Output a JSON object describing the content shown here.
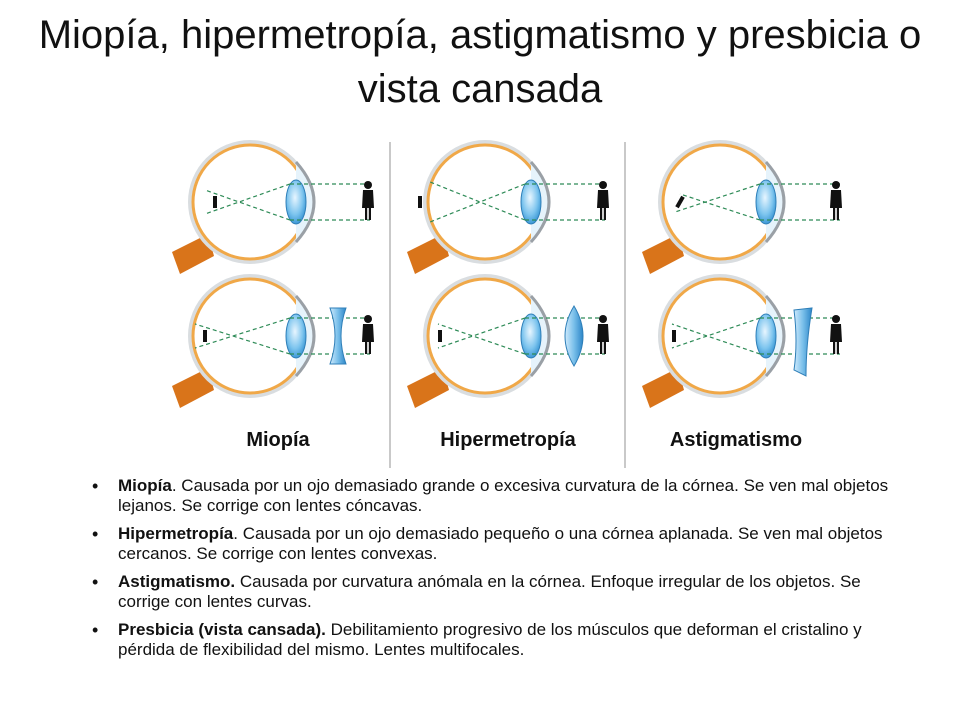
{
  "slide": {
    "title": "Miopía, hipermetropía, astigmatismo y presbicia o vista cansada"
  },
  "figure": {
    "labels": [
      "Miopía",
      "Hipermetropía",
      "Astigmatismo"
    ],
    "colors": {
      "sclera": "#9aa0a6",
      "optic_nerve": "#d9741a",
      "lens": "#5fb0e6",
      "ray": "#2e8b57"
    },
    "icons": [
      "eye-diagram-icon",
      "person-silhouette-icon",
      "concave-lens-icon",
      "convex-lens-icon",
      "curved-lens-icon"
    ]
  },
  "bullets": [
    {
      "term": "Miopía",
      "text": ". Causada por un ojo demasiado grande o excesiva curvatura de la córnea. Se ven mal objetos lejanos. Se corrige con lentes cóncavas."
    },
    {
      "term": "Hipermetropía",
      "text": ". Causada por un ojo demasiado pequeño o una córnea aplanada. Se ven mal objetos cercanos. Se corrige con lentes convexas."
    },
    {
      "term": "Astigmatismo.",
      "text": " Causada por curvatura anómala en la córnea. Enfoque irregular de los objetos. Se corrige con lentes curvas."
    },
    {
      "term": "Presbicia (vista cansada).",
      "text": " Debilitamiento progresivo de los músculos que deforman el cristalino y pérdida de flexibilidad del mismo. Lentes multifocales."
    }
  ]
}
